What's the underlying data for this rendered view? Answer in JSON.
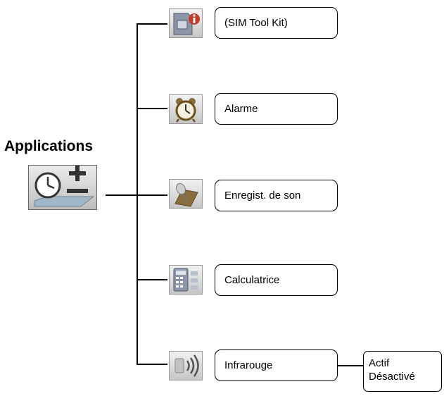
{
  "root": {
    "title": "Applications",
    "icon": "clock-plus-minus-icon"
  },
  "items": [
    {
      "label": "(SIM Tool Kit)",
      "icon": "sim-info-icon"
    },
    {
      "label": "Alarme",
      "icon": "alarm-clock-icon"
    },
    {
      "label": "Enregist. de son",
      "icon": "voice-recorder-icon"
    },
    {
      "label": "Calculatrice",
      "icon": "calculator-icon"
    },
    {
      "label": "Infrarouge",
      "icon": "infrared-icon"
    }
  ],
  "infrared_options": [
    "Actif",
    "Désactivé"
  ]
}
